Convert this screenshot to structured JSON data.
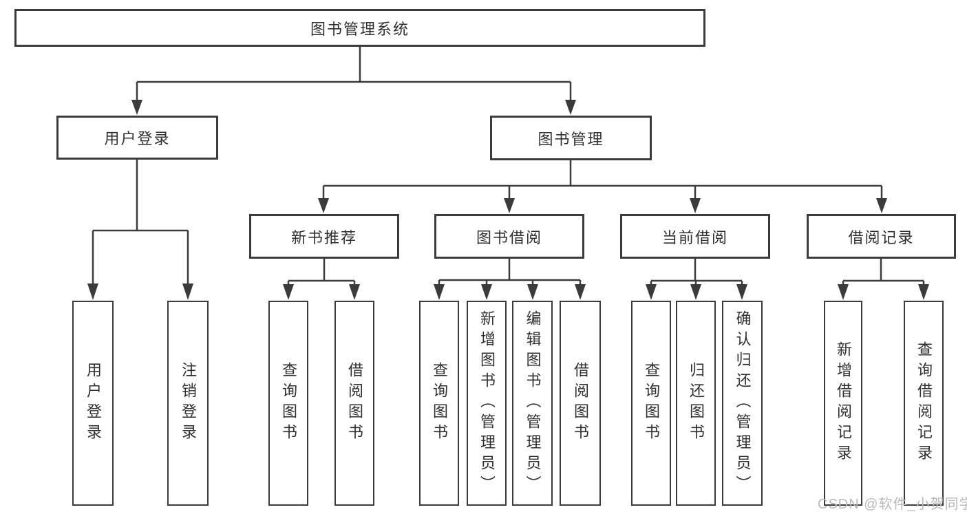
{
  "colors": {
    "line": "#3b3b3b",
    "text": "#2f2f2f",
    "watermark_text": "#b9b9b9",
    "background": "#ffffff"
  },
  "watermark": {
    "text": "CSDN @软件_小贺同学"
  },
  "nodes": {
    "root": {
      "label": "图书管理系统"
    },
    "user_login": {
      "label": "用户登录"
    },
    "book_management": {
      "label": "图书管理"
    },
    "new_book_recommend": {
      "label": "新书推荐"
    },
    "book_borrow": {
      "label": "图书借阅"
    },
    "current_borrow": {
      "label": "当前借阅"
    },
    "borrow_records": {
      "label": "借阅记录"
    },
    "leaf_user_login": {
      "label": "用户登录"
    },
    "leaf_logout": {
      "label": "注销登录"
    },
    "leaf_nb_query": {
      "label": "查询图书"
    },
    "leaf_nb_borrow": {
      "label": "借阅图书"
    },
    "leaf_bb_query": {
      "label": "查询图书"
    },
    "leaf_bb_add": {
      "label": "新增图书（管理员）"
    },
    "leaf_bb_edit": {
      "label": "编辑图书（管理员）"
    },
    "leaf_bb_borrow": {
      "label": "借阅图书"
    },
    "leaf_cb_query": {
      "label": "查询图书"
    },
    "leaf_cb_return": {
      "label": "归还图书"
    },
    "leaf_cb_confirm": {
      "label": "确认归还（管理员）"
    },
    "leaf_br_add": {
      "label": "新增借阅记录"
    },
    "leaf_br_query": {
      "label": "查询借阅记录"
    }
  }
}
